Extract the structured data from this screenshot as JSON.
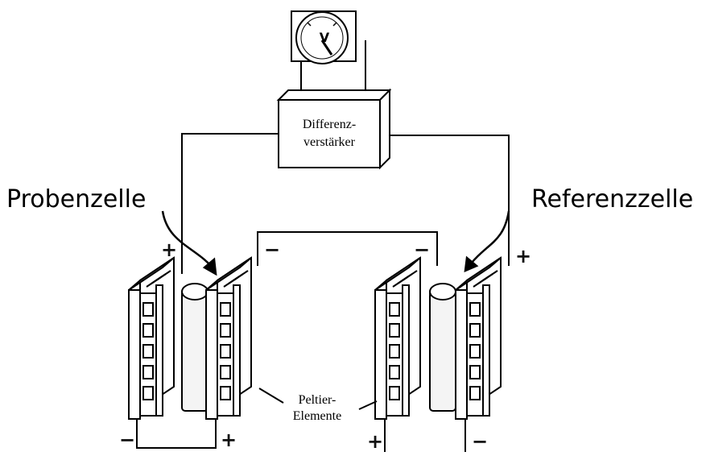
{
  "labels": {
    "sample_cell": "Probenzelle",
    "reference_cell": "Referenzzelle",
    "amplifier_line1": "Differenz-",
    "amplifier_line2": "verstärker",
    "peltier_line1": "Peltier-",
    "peltier_line2": "Elemente",
    "voltmeter": "V"
  },
  "signs": {
    "left_top_plus": "+",
    "left_bottom_minus": "−",
    "left_bottom_plus": "+",
    "middle_left_minus": "−",
    "middle_right_minus": "−",
    "right_top_plus": "+",
    "right_bottom_plus": "+",
    "right_bottom_minus": "−"
  },
  "colors": {
    "line": "#000000",
    "panel_fill": "#ffffff",
    "cell_fill": "#f4f4f4"
  }
}
